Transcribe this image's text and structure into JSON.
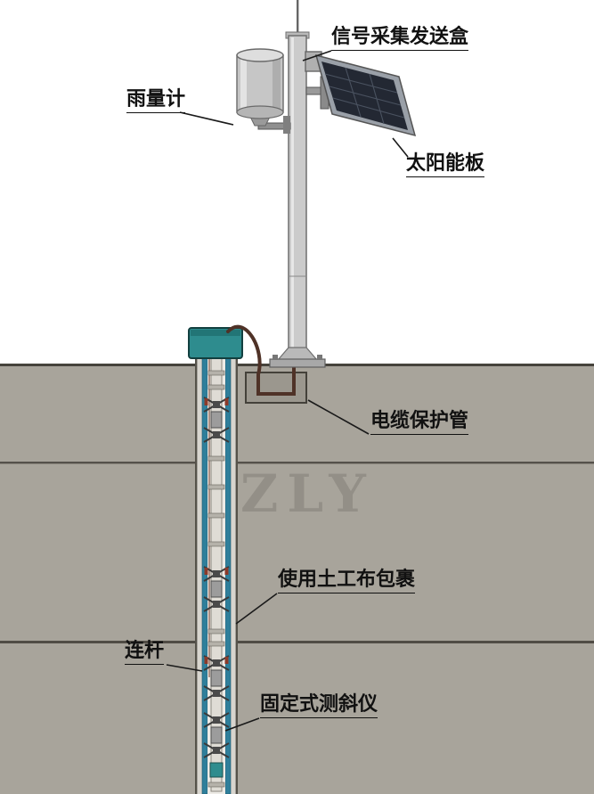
{
  "labels": {
    "signal_box": "信号采集发送盒",
    "rain_gauge": "雨量计",
    "solar_panel": "太阳能板",
    "cable_pipe": "电缆保护管",
    "geotextile_wrap": "使用土工布包裹",
    "connecting_rod": "连杆",
    "inclinometer": "固定式测斜仪"
  },
  "watermark": "ZLY",
  "colors": {
    "ground": "#a8a49b",
    "ground_line": "#46433c",
    "wellhead": "#2e8c8e",
    "casing": "#2f7f9b",
    "cable": "#4f3227",
    "panel": "#232833",
    "panel_frame": "#9aa0a8",
    "pole": "#cbcbcb",
    "leader": "#1a1a1a"
  }
}
